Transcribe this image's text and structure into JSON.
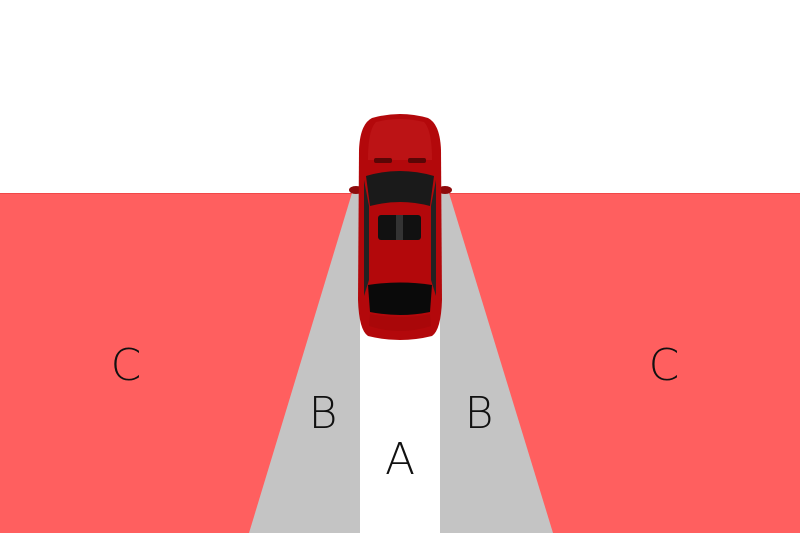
{
  "diagram": {
    "type": "blind-spot-zones",
    "colors": {
      "background": "#ffffff",
      "zone_c": "#ff5f5f",
      "zone_b": "#c4c4c4",
      "zone_a": "#ffffff",
      "car_body": "#b3080b",
      "label": "#111111"
    },
    "zones": [
      {
        "id": "C-left",
        "label": "C"
      },
      {
        "id": "B-left",
        "label": "B"
      },
      {
        "id": "A",
        "label": "A"
      },
      {
        "id": "B-right",
        "label": "B"
      },
      {
        "id": "C-right",
        "label": "C"
      }
    ],
    "vehicle": {
      "description": "red sedan, top-down view, facing up"
    }
  }
}
